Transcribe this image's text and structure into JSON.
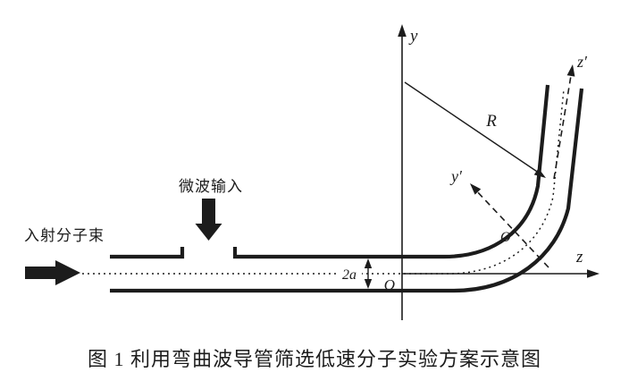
{
  "figure": {
    "caption": "图 1 利用弯曲波导管筛选低速分子实验方案示意图",
    "annotations": {
      "microwave_input": "微波输入",
      "incident_beam": "入射分子束"
    },
    "axes": {
      "y": "y",
      "z": "z",
      "y_prime": "y′",
      "z_prime": "z′",
      "origin": "O",
      "origin_prime": "O′"
    },
    "dimensions": {
      "radius": "R",
      "gap": "2a"
    },
    "colors": {
      "ink": "#1c1c1c",
      "background": "#ffffff"
    }
  }
}
